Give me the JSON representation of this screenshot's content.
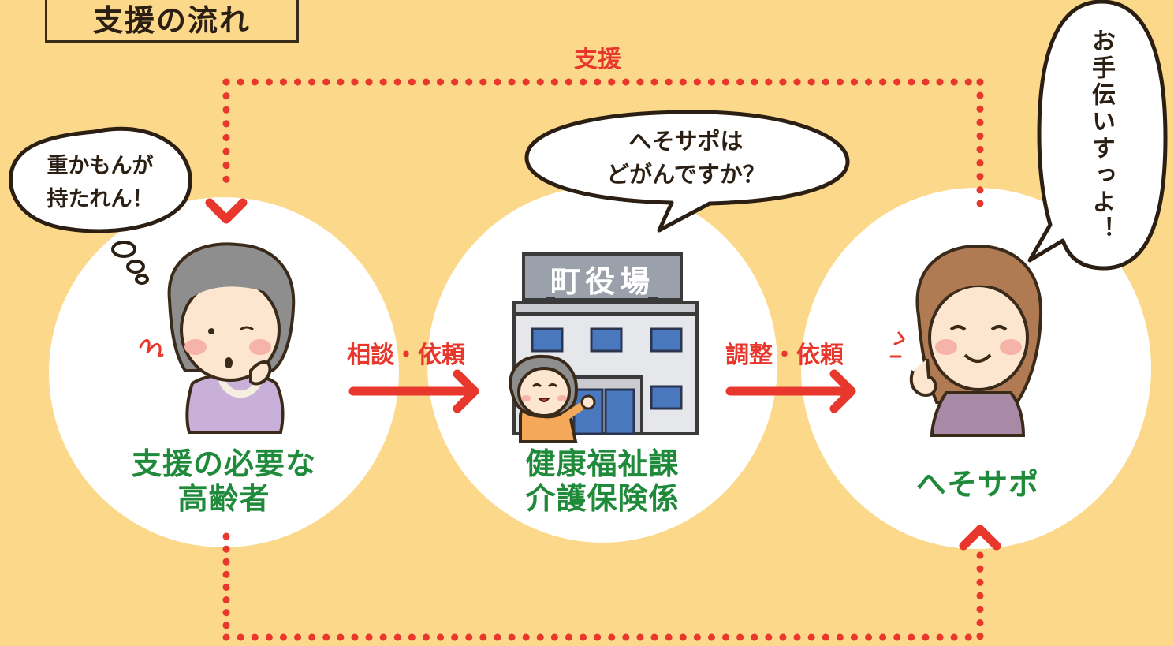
{
  "title": "支援の流れ",
  "top_label": "支援",
  "arrow_labels": {
    "consult": "相談・依頼",
    "coordinate": "調整・依頼"
  },
  "nodes": {
    "elder": {
      "line1": "支援の必要な",
      "line2": "高齢者"
    },
    "office": {
      "line1": "健康福祉課",
      "line2": "介護保険係",
      "sign": "町役場"
    },
    "helper": {
      "line1": "へそサポ"
    }
  },
  "bubbles": {
    "elder": {
      "line1": "重かもんが",
      "line2": "持たれん！"
    },
    "office": {
      "line1": "へそサポは",
      "line2": "どがんですか？"
    },
    "helper": {
      "vertical": "お手伝いすっよ！"
    }
  },
  "colors": {
    "background": "#fcd88a",
    "accent_red": "#e8372c",
    "label_green": "#1e8a3a"
  }
}
